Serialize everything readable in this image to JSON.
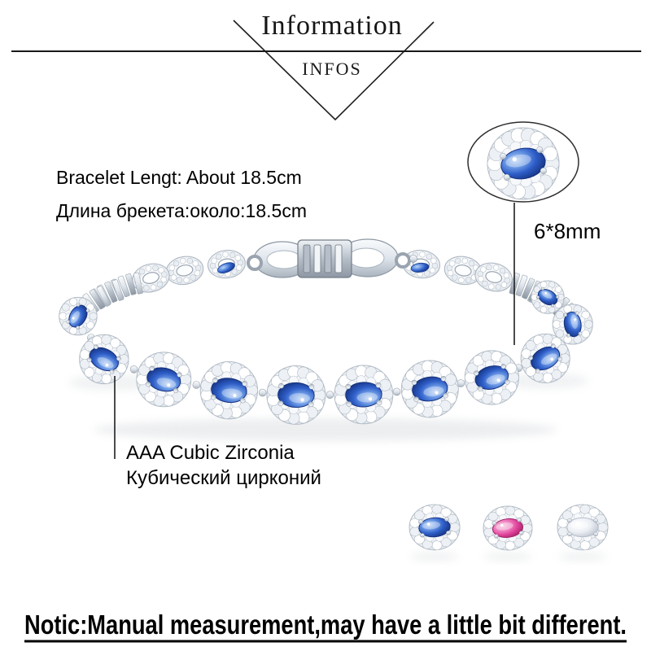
{
  "header": {
    "title": "Information",
    "subtitle": "INFOS"
  },
  "annotations": {
    "length_en": "Bracelet Lengt: About 18.5cm",
    "length_ru": "Длина брекета:около:18.5cm",
    "stone_size": "6*8mm",
    "material_en": "AAA Cubic Zirconia",
    "material_ru": "Кубический цирконий"
  },
  "notice": {
    "text": "Notic:Manual measurement,may have a little bit different."
  },
  "product": {
    "variants": [
      {
        "name": "blue"
      },
      {
        "name": "pink"
      },
      {
        "name": "white"
      }
    ]
  },
  "colors": {
    "gem_blue": "#2e5ec8",
    "gem_blue_dark": "#14307c",
    "gem_blue_light": "#bcd3f4",
    "gem_pink": "#e0429a",
    "gem_pink_dark": "#a02066",
    "gem_pink_light": "#f7c0de",
    "gem_white": "#eceff4",
    "gem_white_dark": "#bcc2cf",
    "gem_white_light": "#ffffff",
    "metal_light": "#f9fbfd",
    "metal": "#dfe5ec",
    "metal_dark": "#aab4bf",
    "line": "#1f1f1f",
    "text": "#000000"
  }
}
